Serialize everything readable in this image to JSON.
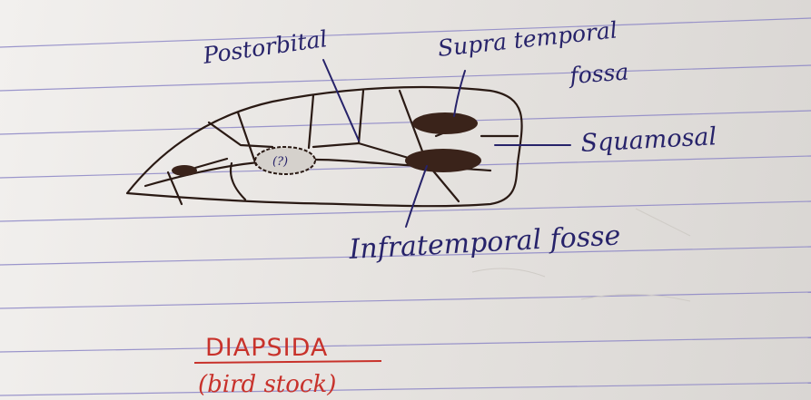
{
  "labels": {
    "postorbital": "Postorbital",
    "supratemporal_line1": "Supra temporal",
    "supratemporal_line2": "fossa",
    "squamosal": "Squamosal",
    "infratemporal": "Infratemporal fosse",
    "eye_mark": "(?)"
  },
  "caption": {
    "title": "DIAPSIDA",
    "subtitle": "(bird stock)"
  },
  "colors": {
    "paper": "#ebe8e5",
    "ruled_line": "#8c86c6",
    "ink_blue": "#27236a",
    "ink_red": "#c8322b",
    "skull_outline": "#2a1a14",
    "fossa_fill": "#3a231a"
  }
}
